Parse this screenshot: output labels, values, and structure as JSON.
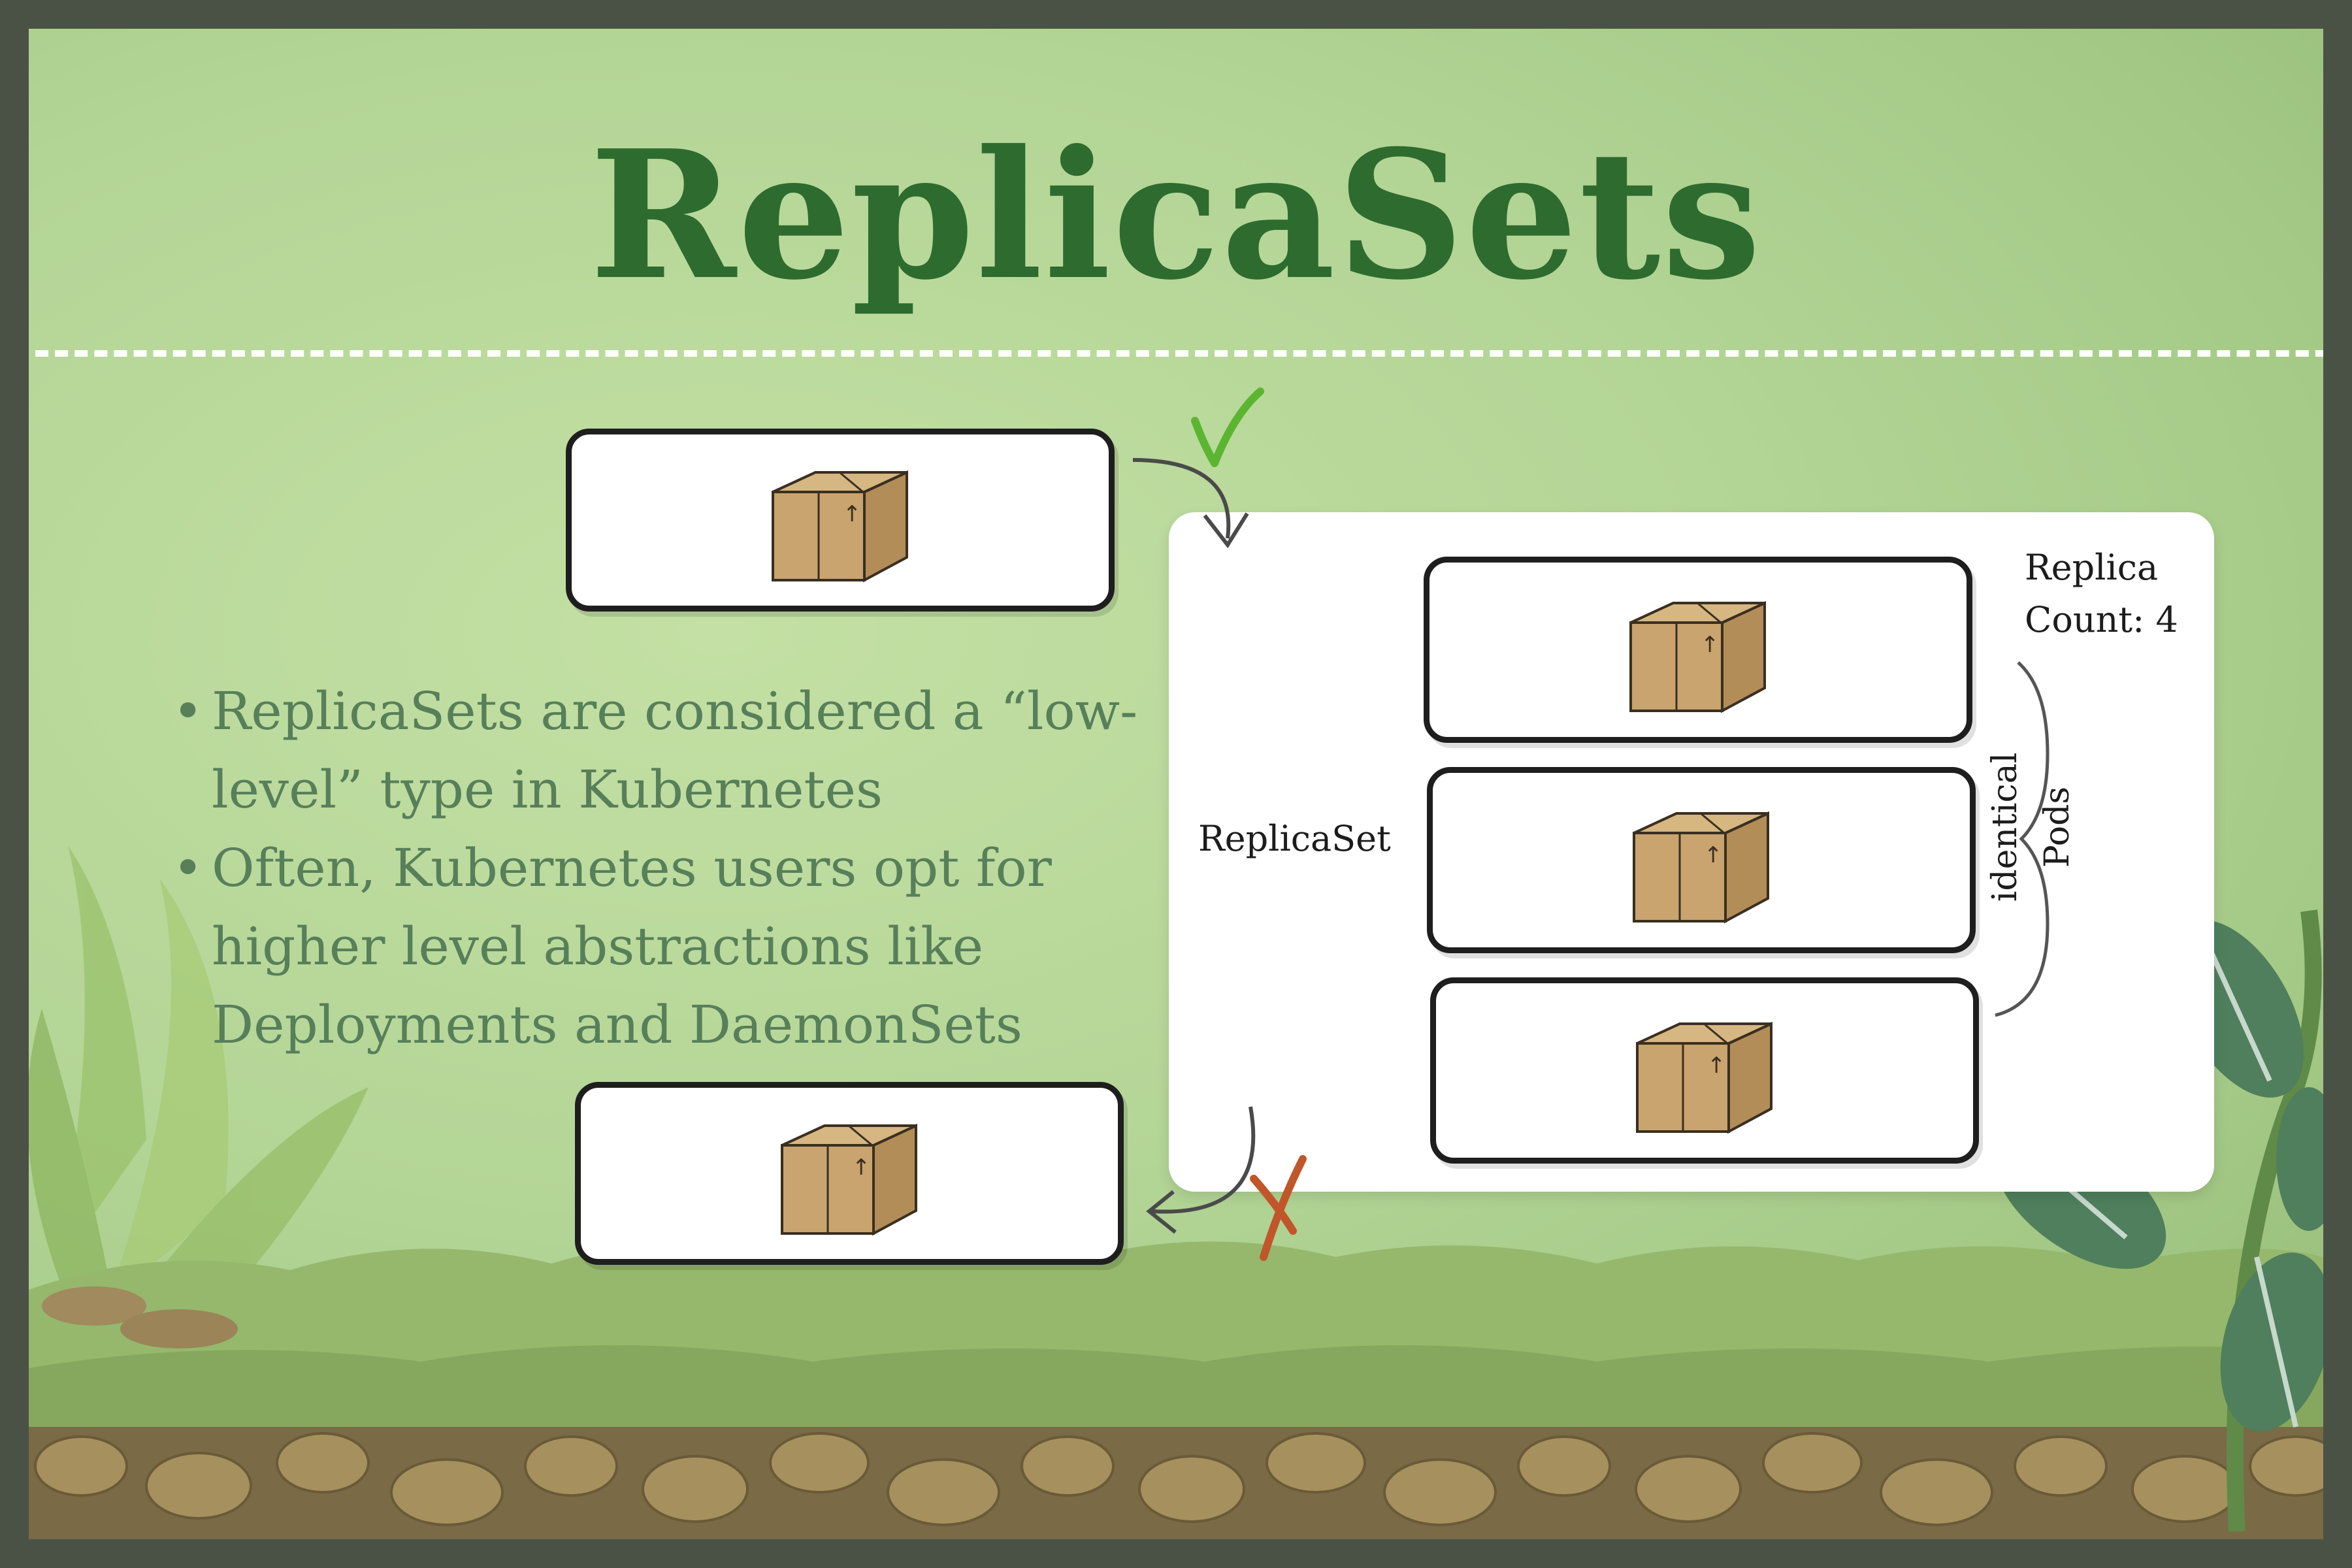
{
  "title": "ReplicaSets",
  "bullets": [
    "ReplicaSets are considered a “low-level” type in Kubernetes",
    "Often, Kubernetes users opt for higher level abstractions like Deployments and DaemonSets"
  ],
  "diagram": {
    "replicaset_label": "ReplicaSet",
    "replica_count_line1": "Replica",
    "replica_count_line2": "Count: 4",
    "identical_pods_label": "identical Pods",
    "incoming_mark": "check",
    "outgoing_mark": "x"
  },
  "colors": {
    "title": "#2e6b2e",
    "bullet_text": "#577f5a",
    "background": "#b3d596",
    "check": "#5bb530",
    "cross": "#c0562a",
    "box": "#c9a46e"
  }
}
